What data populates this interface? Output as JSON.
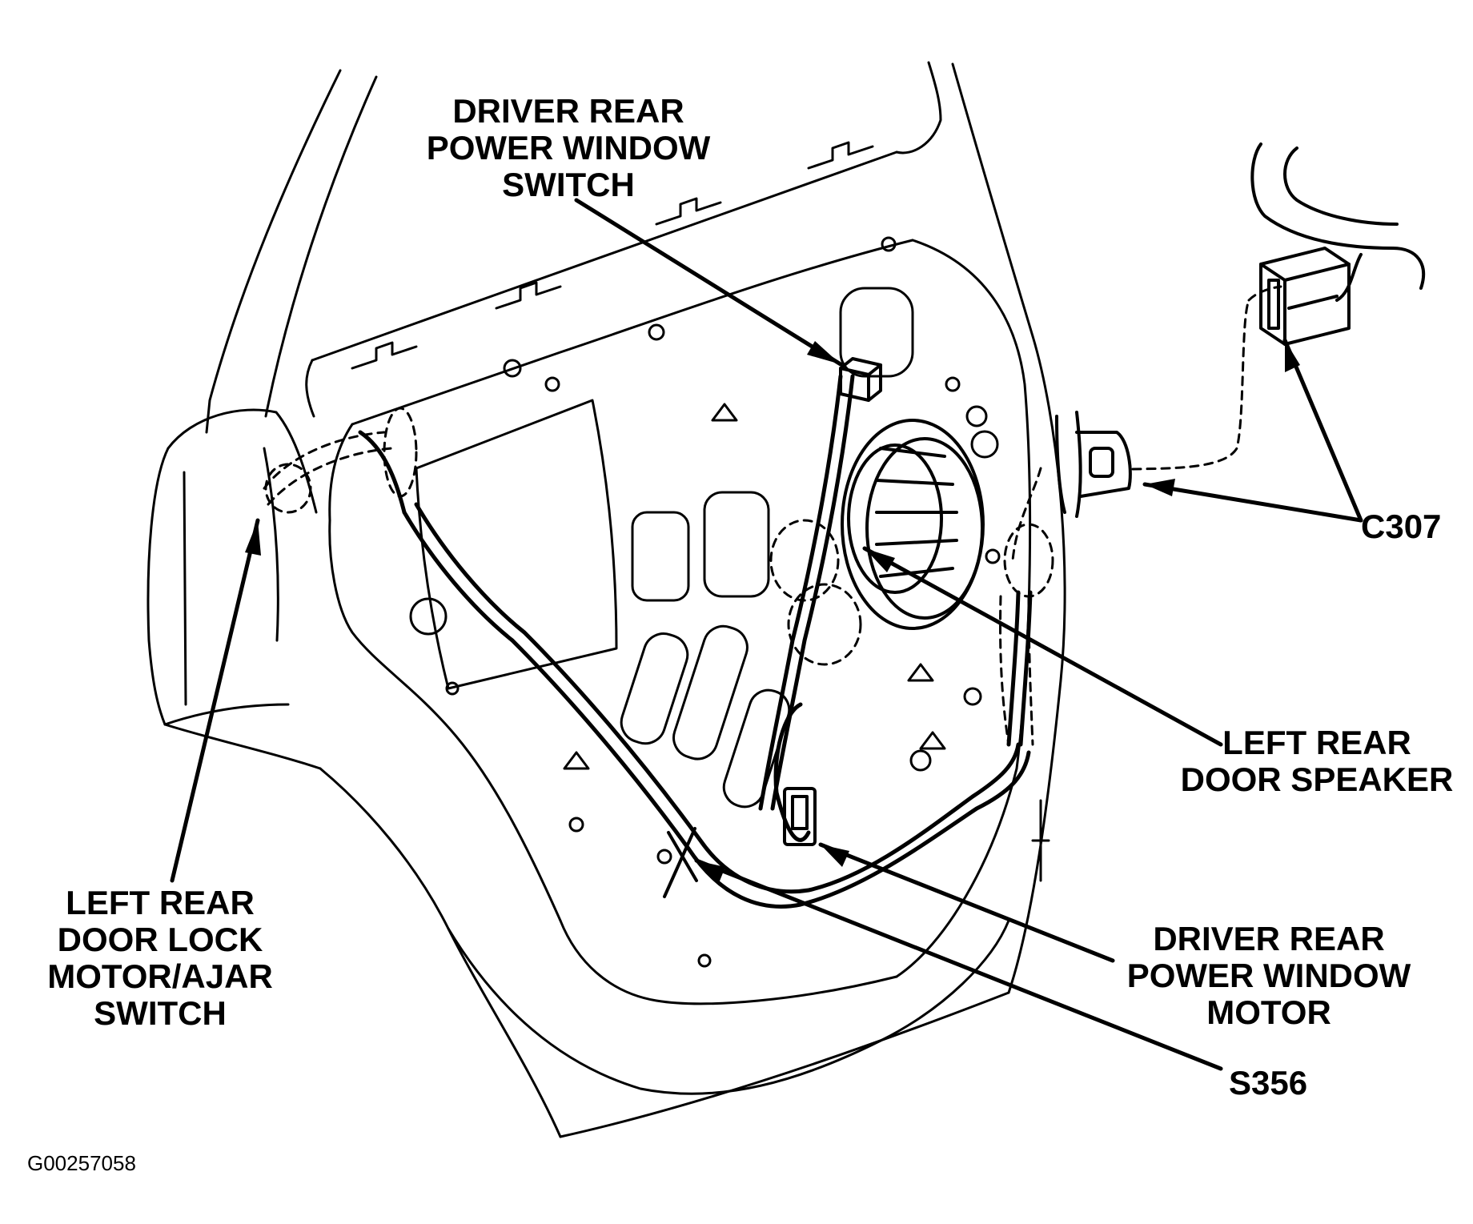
{
  "callouts": {
    "switch": {
      "lines": [
        "DRIVER REAR",
        "POWER WINDOW",
        "SWITCH"
      ]
    },
    "lock": {
      "lines": [
        "LEFT REAR",
        "DOOR LOCK",
        "MOTOR/AJAR",
        "SWITCH"
      ]
    },
    "c307": {
      "lines": [
        "C307"
      ]
    },
    "speaker": {
      "lines": [
        "LEFT REAR",
        "DOOR SPEAKER"
      ]
    },
    "motor": {
      "lines": [
        "DRIVER REAR",
        "POWER WINDOW",
        "MOTOR"
      ]
    },
    "s356": {
      "lines": [
        "S356"
      ]
    }
  },
  "figure_id": "G00257058",
  "colors": {
    "ink": "#000000",
    "paper": "#ffffff"
  }
}
